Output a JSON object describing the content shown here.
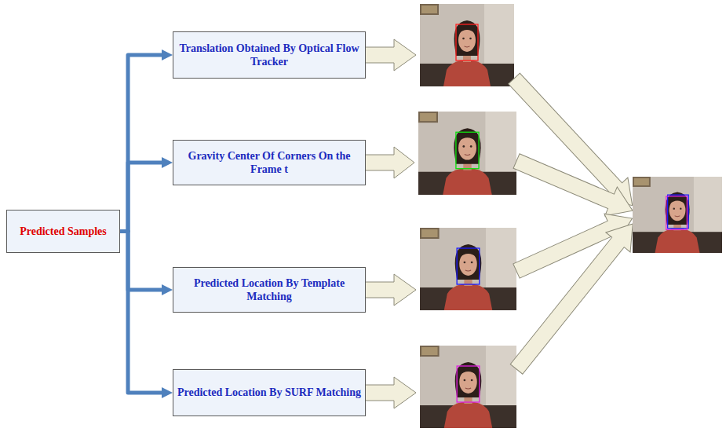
{
  "diagram": {
    "nodes": [
      {
        "text": [
          "Predicted Samples"
        ]
      },
      {
        "text": [
          "Translation Obtained By Optical Flow Tracker"
        ]
      },
      {
        "text": [
          "Gravity Center Of Corners On the Frame t"
        ]
      },
      {
        "text": [
          "Predicted Location By Template Matching"
        ]
      },
      {
        "text": [
          "Predicted Location By SURF Matching"
        ]
      }
    ],
    "edges": [
      {
        "from": 0,
        "to": 1,
        "arrow": "to"
      },
      {
        "from": 0,
        "to": 2,
        "arrow": "to"
      },
      {
        "from": 0,
        "to": 3,
        "arrow": "to"
      },
      {
        "from": 0,
        "to": 4,
        "arrow": "to"
      }
    ]
  }
}
